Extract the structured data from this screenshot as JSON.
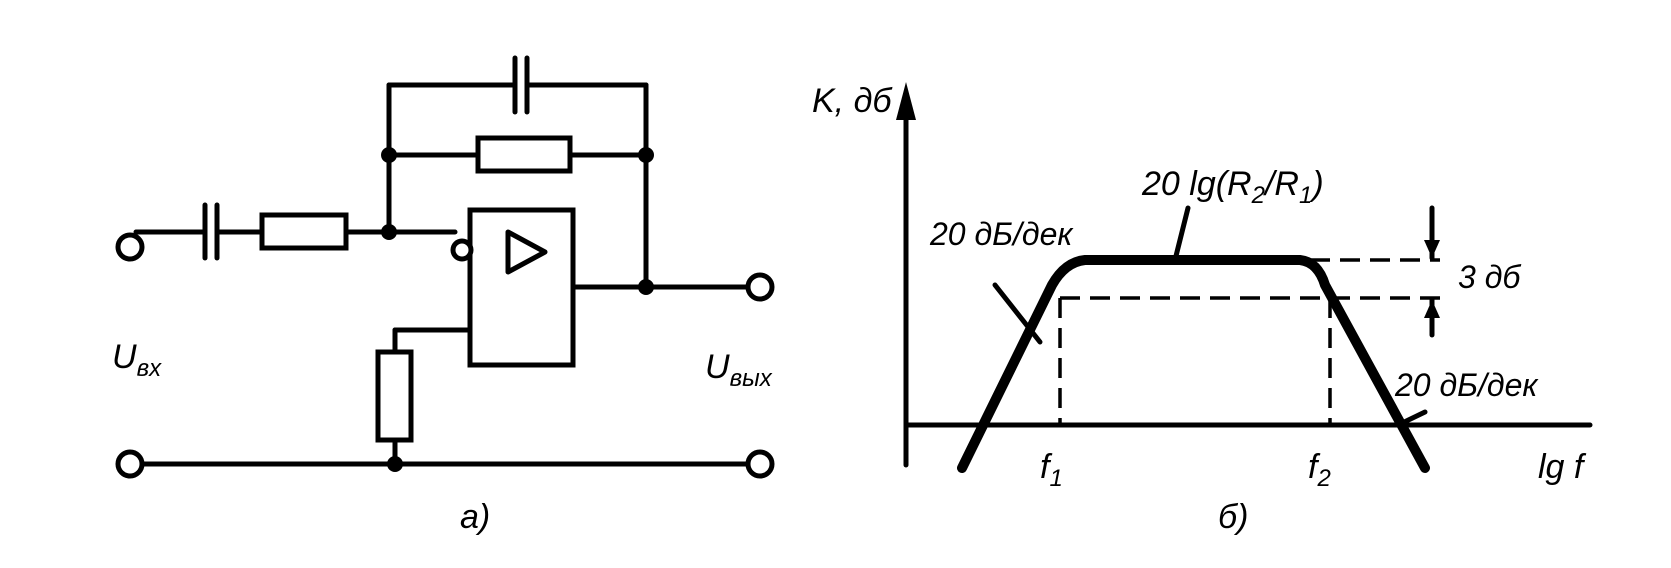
{
  "schematic": {
    "input_label": "U",
    "input_label_sub": "вх",
    "output_label": "U",
    "output_label_sub": "вых",
    "caption": "а)"
  },
  "response": {
    "y_axis_label": "K, дб",
    "x_axis_label": "lg f",
    "f1_label": "f",
    "f1_sub": "1",
    "f2_label": "f",
    "f2_sub": "2",
    "passband_label": "20 lg(R",
    "passband_label_r2_sub": "2",
    "passband_label_mid": "/R",
    "passband_label_r1_sub": "1",
    "passband_label_end": ")",
    "left_slope_label": "20 дБ/дек",
    "right_slope_label": "20 дБ/дек",
    "attenuation_label": "3 дб",
    "caption": "б)"
  }
}
